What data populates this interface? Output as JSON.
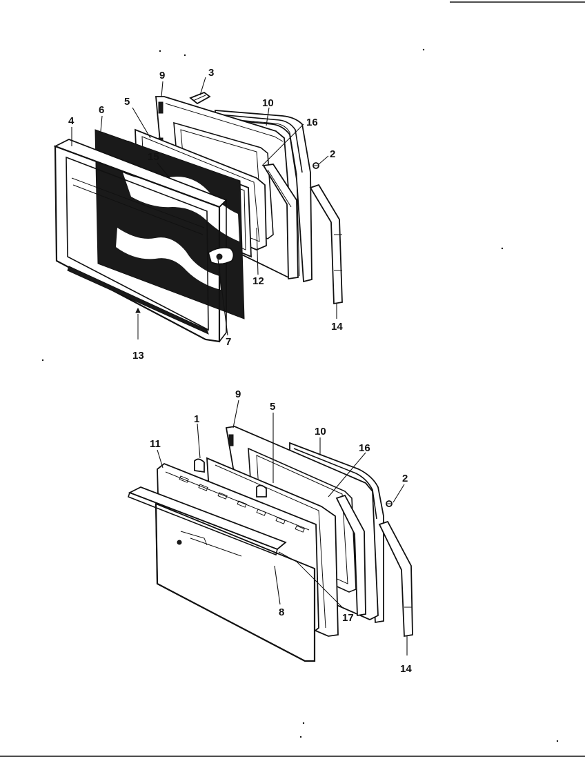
{
  "figure_top": {
    "callouts": [
      "9",
      "3",
      "6",
      "5",
      "10",
      "16",
      "4",
      "2",
      "15",
      "12",
      "14",
      "13",
      "7"
    ]
  },
  "figure_bottom": {
    "callouts": [
      "9",
      "5",
      "10",
      "16",
      "11",
      "1",
      "2",
      "8",
      "17",
      "14"
    ]
  },
  "colors": {
    "ink": "#111111",
    "paper": "#ffffff"
  }
}
